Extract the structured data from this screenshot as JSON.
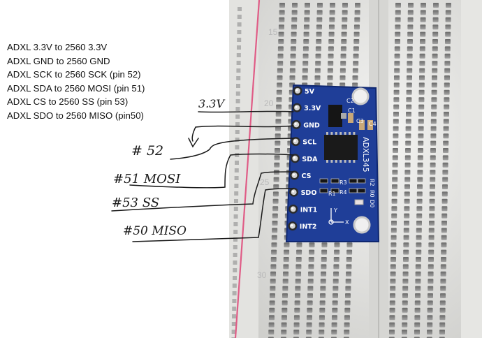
{
  "wiring_notes": [
    "ADXL 3.3V  to 2560 3.3V",
    "ADXL GND to 2560 GND",
    "ADXL SCK to 2560 SCK  (pin 52)",
    "ADXL SDA to 2560 MOSI (pin 51)",
    "ADXL CS to 2560 SS (pin 53)",
    "ADXL SDO to 2560 MISO (pin50)"
  ],
  "handwritten": {
    "v33": "3.3V",
    "p52": "# 52",
    "p51": "#51  MOSI",
    "p53": "#53  SS",
    "p50": "#50  MISO"
  },
  "breadboard": {
    "row_15": "15",
    "row_20": "20",
    "row_25": "25",
    "row_30": "30"
  },
  "board": {
    "pins": [
      "5V",
      "3.3V",
      "GND",
      "SCL",
      "SDA",
      "CS",
      "SDO",
      "INT1",
      "INT2"
    ],
    "chip": "ADXL345",
    "c2": "C2",
    "c1": "C1",
    "c3": "C3",
    "c4": "C4",
    "r1": "R1",
    "r2": "R2",
    "r3": "R3",
    "r4": "R4",
    "r0": "R0",
    "d0": "D0",
    "axis_x": "X",
    "axis_y": "Y"
  },
  "colors": {
    "board": "#1f3e98",
    "breadboard": "#ececea",
    "rail_line": "#e06080",
    "ink": "#1a1a1a"
  }
}
